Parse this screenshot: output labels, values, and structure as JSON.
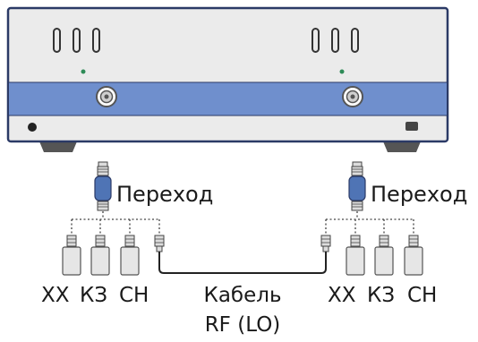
{
  "labels": {
    "adapter_left": "Переход",
    "adapter_right": "Переход",
    "std_open_left": "XX",
    "std_short_left": "КЗ",
    "std_load_left": "СН",
    "std_open_right": "XX",
    "std_short_right": "КЗ",
    "std_load_right": "СН",
    "cable_line1": "Кабель",
    "cable_line2": "RF (LO)"
  },
  "colors": {
    "panel_body": "#ebebeb",
    "panel_border": "#2b3a66",
    "accent_band": "#6f8fcd",
    "port_ring": "#555555",
    "led": "#2e8b57",
    "foot": "#555555",
    "adapter_body": "#4f74b5",
    "connector": "#dcdcdc",
    "calibration_load": "#e6e6e6",
    "dotted_line": "#444444",
    "cable": "#222222"
  },
  "icons": {
    "handle": "handle-icon",
    "port": "rf-port-icon",
    "power": "power-button-icon",
    "usb": "usb-port-icon",
    "adapter": "adapter-icon",
    "standard": "calibration-standard-icon"
  }
}
